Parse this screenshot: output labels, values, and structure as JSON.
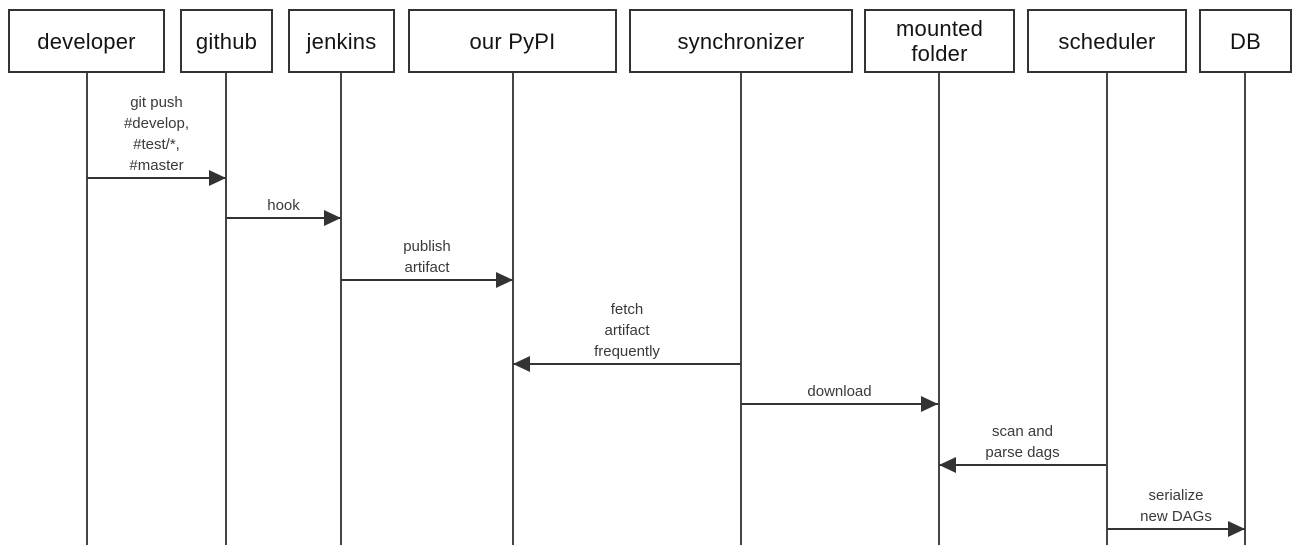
{
  "diagram_type": "sequence-diagram",
  "colors": {
    "background": "#ffffff",
    "line": "#333333",
    "box_border": "#333333",
    "message_text": "#3a3a3a",
    "header_text": "#141414"
  },
  "actors": [
    {
      "id": "developer",
      "label": "developer"
    },
    {
      "id": "github",
      "label": "github"
    },
    {
      "id": "jenkins",
      "label": "jenkins"
    },
    {
      "id": "our-pypi",
      "label": "our PyPI"
    },
    {
      "id": "synchronizer",
      "label": "synchronizer"
    },
    {
      "id": "mounted-folder",
      "label": "mounted\nfolder"
    },
    {
      "id": "scheduler",
      "label": "scheduler"
    },
    {
      "id": "db",
      "label": "DB"
    }
  ],
  "messages": [
    {
      "label": "git push\n#develop,\n#test/*,\n#master",
      "from": "developer",
      "to": "github",
      "direction": "right"
    },
    {
      "label": "hook",
      "from": "github",
      "to": "jenkins",
      "direction": "right"
    },
    {
      "label": "publish\nartifact",
      "from": "jenkins",
      "to": "our-pypi",
      "direction": "right"
    },
    {
      "label": "fetch\nartifact\nfrequently",
      "from": "synchronizer",
      "to": "our-pypi",
      "direction": "left"
    },
    {
      "label": "download",
      "from": "synchronizer",
      "to": "mounted-folder",
      "direction": "right"
    },
    {
      "label": "scan and\nparse dags",
      "from": "scheduler",
      "to": "mounted-folder",
      "direction": "left"
    },
    {
      "label": "serialize\nnew DAGs",
      "from": "scheduler",
      "to": "db",
      "direction": "right"
    }
  ]
}
